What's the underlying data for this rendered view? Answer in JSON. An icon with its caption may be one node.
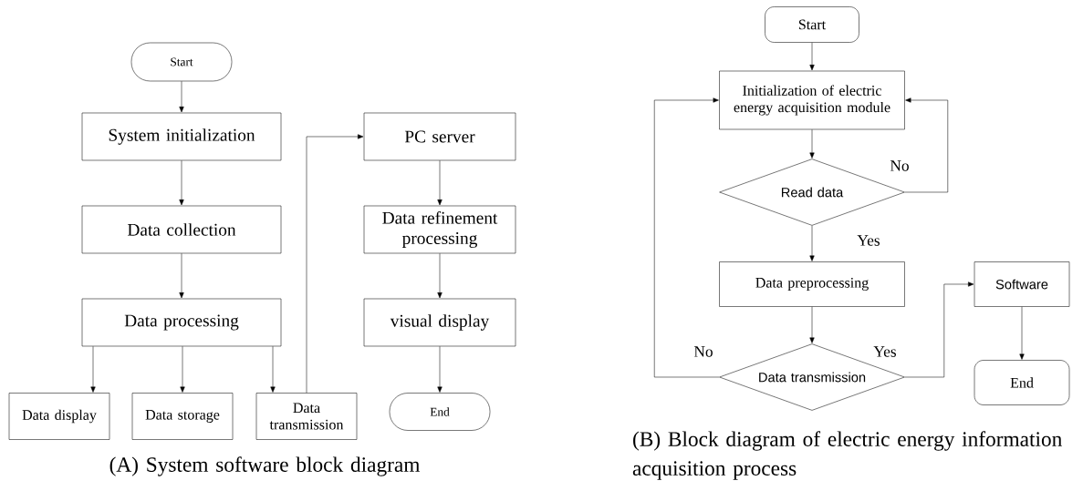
{
  "diagram": {
    "nodes": [
      {
        "text": [
          "Start"
        ]
      },
      {
        "text": [
          "System initialization"
        ]
      },
      {
        "text": [
          "Data collection"
        ]
      },
      {
        "text": [
          "Data processing"
        ]
      },
      {
        "text": [
          "Data display"
        ]
      },
      {
        "text": [
          "Data storage"
        ]
      },
      {
        "text": [
          "Data transmission"
        ]
      },
      {
        "text": [
          "PC server"
        ]
      },
      {
        "text": [
          "Data refinement processing"
        ]
      },
      {
        "text": [
          "visual display"
        ]
      },
      {
        "text": [
          "End"
        ]
      },
      {
        "text": [
          "Start"
        ]
      },
      {
        "text": [
          "Initialization of electric energy acquisition module"
        ]
      },
      {
        "text": [
          "Read data"
        ]
      },
      {
        "text": [
          "Data preprocessing"
        ]
      },
      {
        "text": [
          "Data transmission"
        ]
      },
      {
        "text": [
          "Software"
        ]
      },
      {
        "text": [
          "End"
        ]
      }
    ],
    "edges": [
      {
        "from": 0,
        "to": 1,
        "arrow": "to"
      },
      {
        "from": 1,
        "to": 2,
        "arrow": "to"
      },
      {
        "from": 2,
        "to": 3,
        "arrow": "to"
      },
      {
        "from": 3,
        "to": 4,
        "arrow": "to"
      },
      {
        "from": 3,
        "to": 5,
        "arrow": "to"
      },
      {
        "from": 3,
        "to": 6,
        "arrow": "to"
      },
      {
        "from": 6,
        "to": 7,
        "arrow": "to"
      },
      {
        "from": 7,
        "to": 8,
        "arrow": "to"
      },
      {
        "from": 8,
        "to": 9,
        "arrow": "to"
      },
      {
        "from": 9,
        "to": 10,
        "arrow": "to"
      },
      {
        "from": 11,
        "to": 12,
        "arrow": "to"
      },
      {
        "from": 12,
        "to": 13,
        "arrow": "to"
      },
      {
        "from": 13,
        "to": 12,
        "arrow": "to",
        "label": "No"
      },
      {
        "from": 13,
        "to": 14,
        "arrow": "to",
        "label": "Yes"
      },
      {
        "from": 14,
        "to": 15,
        "arrow": "to"
      },
      {
        "from": 15,
        "to": 12,
        "arrow": "to",
        "label": "No"
      },
      {
        "from": 15,
        "to": 16,
        "arrow": "to",
        "label": "Yes"
      },
      {
        "from": 16,
        "to": 17,
        "arrow": "to"
      }
    ],
    "labels": [
      "(A) System software block diagram",
      "(B) Block diagram of electric energy information acquisition process"
    ]
  }
}
